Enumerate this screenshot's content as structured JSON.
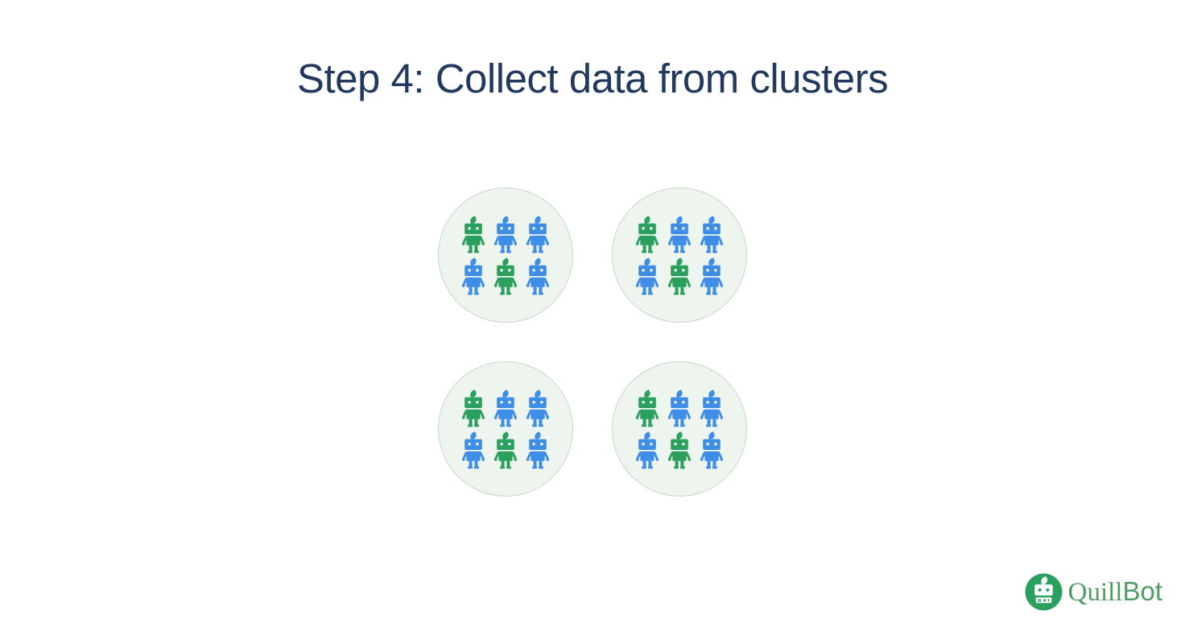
{
  "page": {
    "title": "Step 4: Collect data from clusters"
  },
  "colors": {
    "page_background": "#ffffff",
    "title_text": "#21395f",
    "robot_green": "#2aa05e",
    "robot_blue": "#3e8ee8",
    "cluster_background": "#eef4ee",
    "cluster_border": "#ccd3cc",
    "brand_icon_green": "#2aa05e",
    "brand_text_green": "#4f9c63"
  },
  "diagram": {
    "cluster_count": 4,
    "robots_per_cluster": 6,
    "grid": "2x2 circles, each with 2 rows x 3 robots",
    "clusters": [
      {
        "name": "cluster-1",
        "robots": [
          "green",
          "blue",
          "blue",
          "blue",
          "green",
          "blue"
        ]
      },
      {
        "name": "cluster-2",
        "robots": [
          "green",
          "blue",
          "blue",
          "blue",
          "green",
          "blue"
        ]
      },
      {
        "name": "cluster-3",
        "robots": [
          "green",
          "blue",
          "blue",
          "blue",
          "green",
          "blue"
        ]
      },
      {
        "name": "cluster-4",
        "robots": [
          "green",
          "blue",
          "blue",
          "blue",
          "green",
          "blue"
        ]
      }
    ]
  },
  "brand": {
    "wordmark_quill": "Quill",
    "wordmark_bot": "Bot"
  },
  "icons": {
    "robot": "robot-icon",
    "brand_logo": "quillbot-logo-icon"
  }
}
